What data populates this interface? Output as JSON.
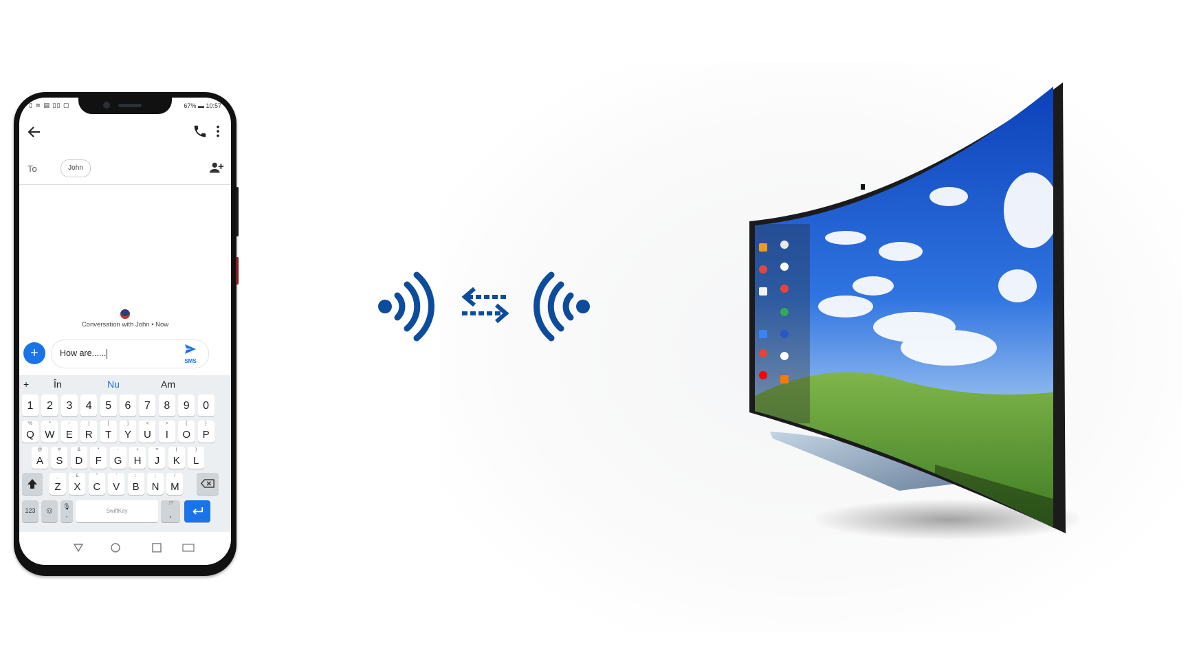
{
  "phone": {
    "status": {
      "battery": "67%",
      "time": "10:57"
    },
    "to_label": "To",
    "recipient_chip": "John",
    "conversation_info": "Conversation with John • Now",
    "compose": {
      "message_text": "How are......",
      "send_label": "SMS"
    },
    "keyboard": {
      "suggestions": [
        "+",
        "În",
        "Nu",
        "Am"
      ],
      "active_suggestion": "Nu",
      "number_row": [
        "1",
        "2",
        "3",
        "4",
        "5",
        "6",
        "7",
        "8",
        "9",
        "0"
      ],
      "row_qwerty": [
        {
          "main": "Q",
          "alt": "%"
        },
        {
          "main": "W",
          "alt": "^"
        },
        {
          "main": "E",
          "alt": "~"
        },
        {
          "main": "R",
          "alt": "|"
        },
        {
          "main": "T",
          "alt": "["
        },
        {
          "main": "Y",
          "alt": "]"
        },
        {
          "main": "U",
          "alt": "<"
        },
        {
          "main": "I",
          "alt": ">"
        },
        {
          "main": "O",
          "alt": "{"
        },
        {
          "main": "P",
          "alt": "}"
        }
      ],
      "row_home": [
        {
          "main": "A",
          "alt": "@"
        },
        {
          "main": "S",
          "alt": "#"
        },
        {
          "main": "D",
          "alt": "&"
        },
        {
          "main": "F",
          "alt": "*"
        },
        {
          "main": "G",
          "alt": "-"
        },
        {
          "main": "H",
          "alt": "+"
        },
        {
          "main": "J",
          "alt": "="
        },
        {
          "main": "K",
          "alt": "("
        },
        {
          "main": "L",
          "alt": ")"
        }
      ],
      "row_bottom": [
        {
          "main": "Z",
          "alt": "_"
        },
        {
          "main": "X",
          "alt": "£"
        },
        {
          "main": "C",
          "alt": "\""
        },
        {
          "main": "V",
          "alt": "'"
        },
        {
          "main": "B",
          "alt": ":"
        },
        {
          "main": "N",
          "alt": ";"
        },
        {
          "main": "M",
          "alt": "/"
        }
      ],
      "mode_key": "123",
      "space_brand": "SwiftKey",
      "period_key": ".",
      "period_alt": ",!?"
    }
  },
  "colors": {
    "accent": "#1a73e8",
    "signal": "#0d4c9c"
  },
  "icons": {
    "phone": [
      "back-arrow-icon",
      "phone-call-icon",
      "more-vert-icon",
      "add-contact-icon",
      "plus-icon",
      "send-icon",
      "shift-icon",
      "backspace-icon",
      "emoji-icon",
      "mic-icon",
      "enter-icon",
      "nav-back-icon",
      "nav-home-icon",
      "nav-recents-icon",
      "nav-keyboard-icon"
    ],
    "center": [
      "signal-waves-right-icon",
      "transfer-arrows-icon",
      "signal-waves-left-icon"
    ]
  }
}
